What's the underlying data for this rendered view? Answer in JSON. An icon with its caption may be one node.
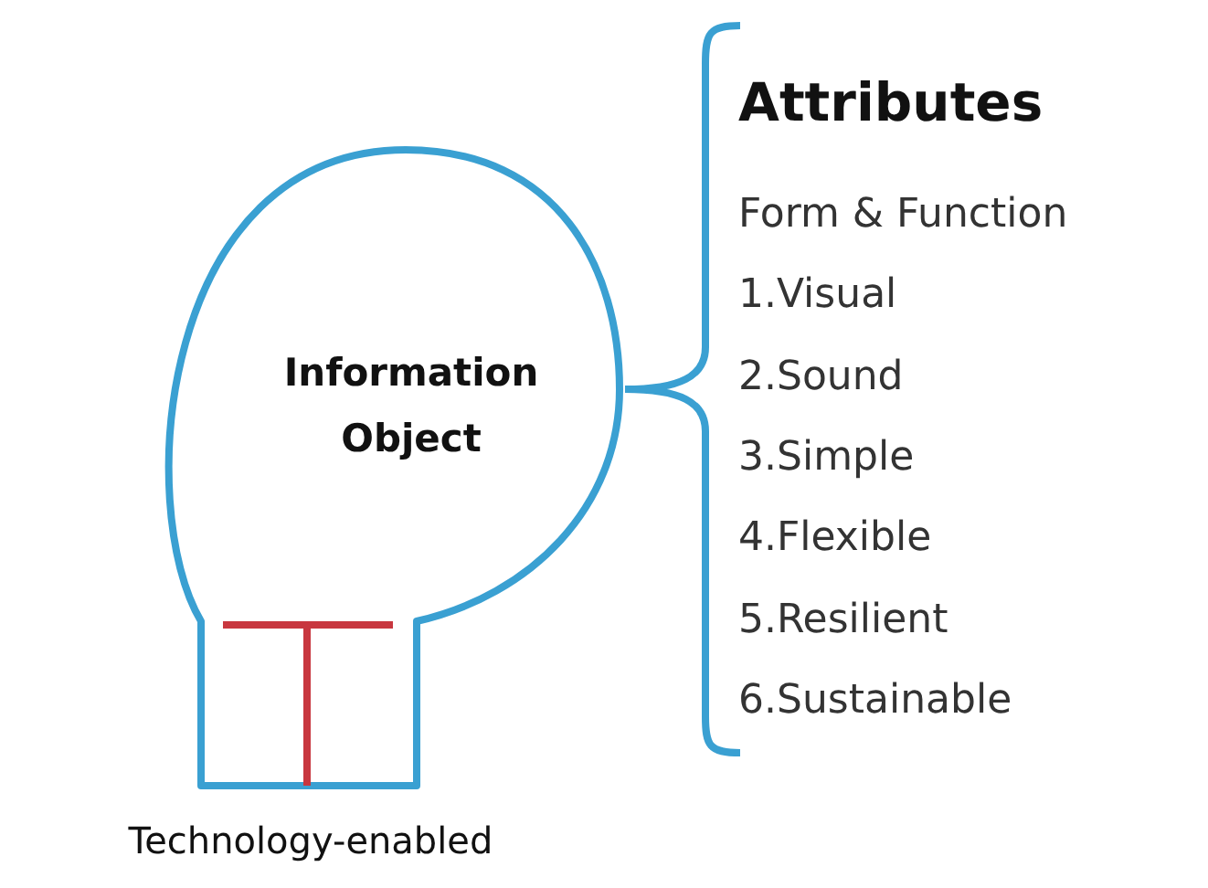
{
  "diagram": {
    "nodes": [
      {
        "text": [
          "Information Object"
        ],
        "beside": [
          "Technology-enabled"
        ]
      }
    ],
    "labels": [
      "Attributes",
      "Form & Function",
      "1.Visual",
      "2.Sound",
      "3.Simple",
      "4.Flexible",
      "5.Resilient",
      "6.Sustainable"
    ]
  }
}
